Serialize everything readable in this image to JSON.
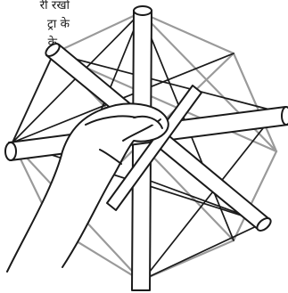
{
  "text_fragments": {
    "line1": "री रखो",
    "line2": "ट्रा के",
    "line3": "के"
  },
  "illustration": {
    "description_icon": "straw-frame-hand-icon",
    "colors": {
      "stroke_dark": "#1a1a1a",
      "stroke_gray": "#9a9a9a",
      "fill": "#ffffff"
    }
  }
}
